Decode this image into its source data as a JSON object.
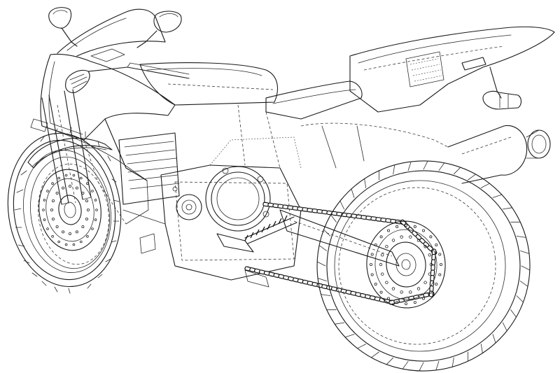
{
  "drawing": {
    "subject": "motorcycle-wireframe",
    "style": "technical line drawing",
    "colors": {
      "background": "#ffffff",
      "line": "#1a1a1a"
    },
    "components": [
      "front-wheel",
      "front-brake-disc",
      "front-fork",
      "front-fender",
      "fairing",
      "windscreen",
      "left-mirror",
      "right-mirror",
      "handlebar-grip",
      "fuel-tank",
      "seat",
      "tail-section",
      "tail-light",
      "license-plate-bracket",
      "engine-block",
      "clutch-cover",
      "radiator",
      "exhaust-muffler",
      "swingarm",
      "drive-chain",
      "rear-sprocket",
      "rear-brake-disc",
      "rear-wheel",
      "rear-shock",
      "footpeg"
    ]
  }
}
